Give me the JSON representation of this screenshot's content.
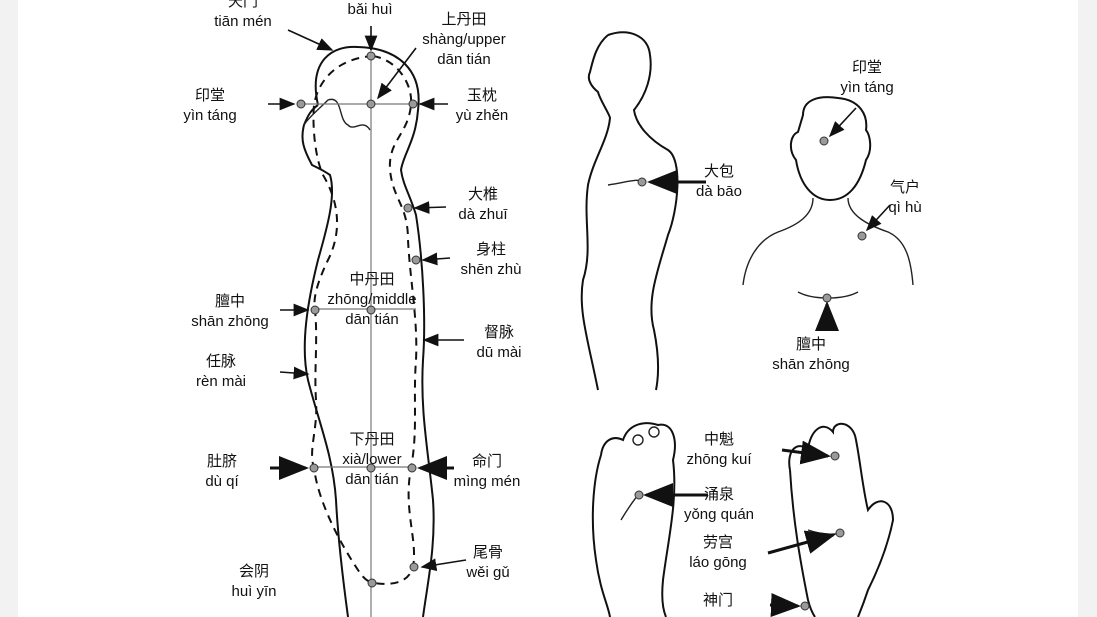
{
  "labels": {
    "tian_men": {
      "zh": "天门",
      "py": "tiān mén"
    },
    "bai_hui": {
      "zh": "",
      "py": "bǎi huì"
    },
    "shang_dantian": {
      "zh": "上丹田",
      "py1": "shàng/upper",
      "py2": "dān tián"
    },
    "yin_tang_left": {
      "zh": "印堂",
      "py": "yìn táng"
    },
    "yu_zhen": {
      "zh": "玉枕",
      "py": "yù zhěn"
    },
    "da_zhui": {
      "zh": "大椎",
      "py": "dà zhuī"
    },
    "shen_zhu": {
      "zh": "身柱",
      "py": "shēn zhù"
    },
    "zhong_dantian": {
      "zh": "中丹田",
      "py1": "zhōng/middle",
      "py2": "dān tián"
    },
    "shan_zhong_left": {
      "zh": "膻中",
      "py": "shān zhōng"
    },
    "du_mai": {
      "zh": "督脉",
      "py": "dū mài"
    },
    "ren_mai": {
      "zh": "任脉",
      "py": "rèn mài"
    },
    "xia_dantian": {
      "zh": "下丹田",
      "py1": "xià/lower",
      "py2": "dān tián"
    },
    "du_qi": {
      "zh": "肚脐",
      "py": "dù qí"
    },
    "ming_men": {
      "zh": "命门",
      "py": "mìng mén"
    },
    "wei_gu": {
      "zh": "尾骨",
      "py": "wěi gǔ"
    },
    "hui_yin": {
      "zh": "会阴",
      "py": "huì yīn"
    },
    "da_bao": {
      "zh": "大包",
      "py": "dà bāo"
    },
    "yin_tang_right": {
      "zh": "印堂",
      "py": "yìn táng"
    },
    "qi_hu": {
      "zh": "气户",
      "py": "qì hù"
    },
    "shan_zhong_right": {
      "zh": "膻中",
      "py": "shān zhōng"
    },
    "zhong_kui": {
      "zh": "中魁",
      "py": "zhōng kuí"
    },
    "yong_quan": {
      "zh": "涌泉",
      "py": "yǒng quán"
    },
    "lao_gong": {
      "zh": "劳宫",
      "py": "láo gōng"
    },
    "shen_men": {
      "zh": "神门",
      "py": ""
    }
  },
  "icons": {
    "acupoint": "circle-dot-icon",
    "pointer": "arrow-icon"
  },
  "colors": {
    "point_fill": "#9a9a9a",
    "line": "#111111",
    "page_bg": "#f2f2f2"
  }
}
